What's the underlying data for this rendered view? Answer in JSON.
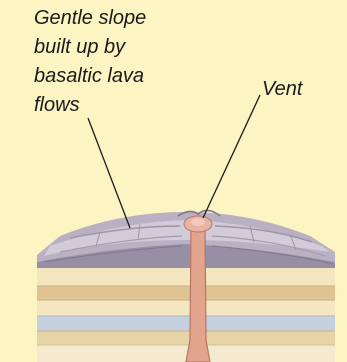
{
  "labels": {
    "slope_line1": "Gentle slope",
    "slope_line2": "built up by",
    "slope_line3": "basaltic lava",
    "slope_line4": "flows",
    "vent": "Vent"
  },
  "colors": {
    "background": "#fdf4c4",
    "volcano_light": "#d2cbd8",
    "volcano_mid": "#b9b1c3",
    "volcano_dark": "#8f879b",
    "strata_cream": "#f4e6bf",
    "strata_tan": "#dfc393",
    "strata_blue": "#c5d0de",
    "conduit": "#e3a48d",
    "conduit_edge": "#b77564",
    "leader_line": "#1a1a1a"
  }
}
